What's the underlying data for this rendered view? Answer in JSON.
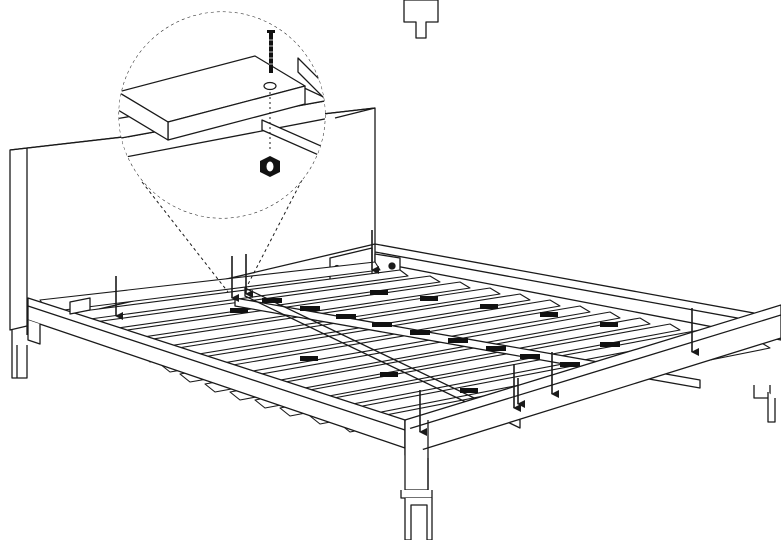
{
  "figure": {
    "subject": "bed-frame-slat-assembly",
    "line_color": "#1a1a1a",
    "fill_color": "#ffffff",
    "fastener_color": "#111111",
    "callout_style": "dashed-magnifier-circle",
    "callout_parts": [
      "bolt-icon",
      "hex-nut-icon"
    ],
    "arrow_count": 11
  }
}
